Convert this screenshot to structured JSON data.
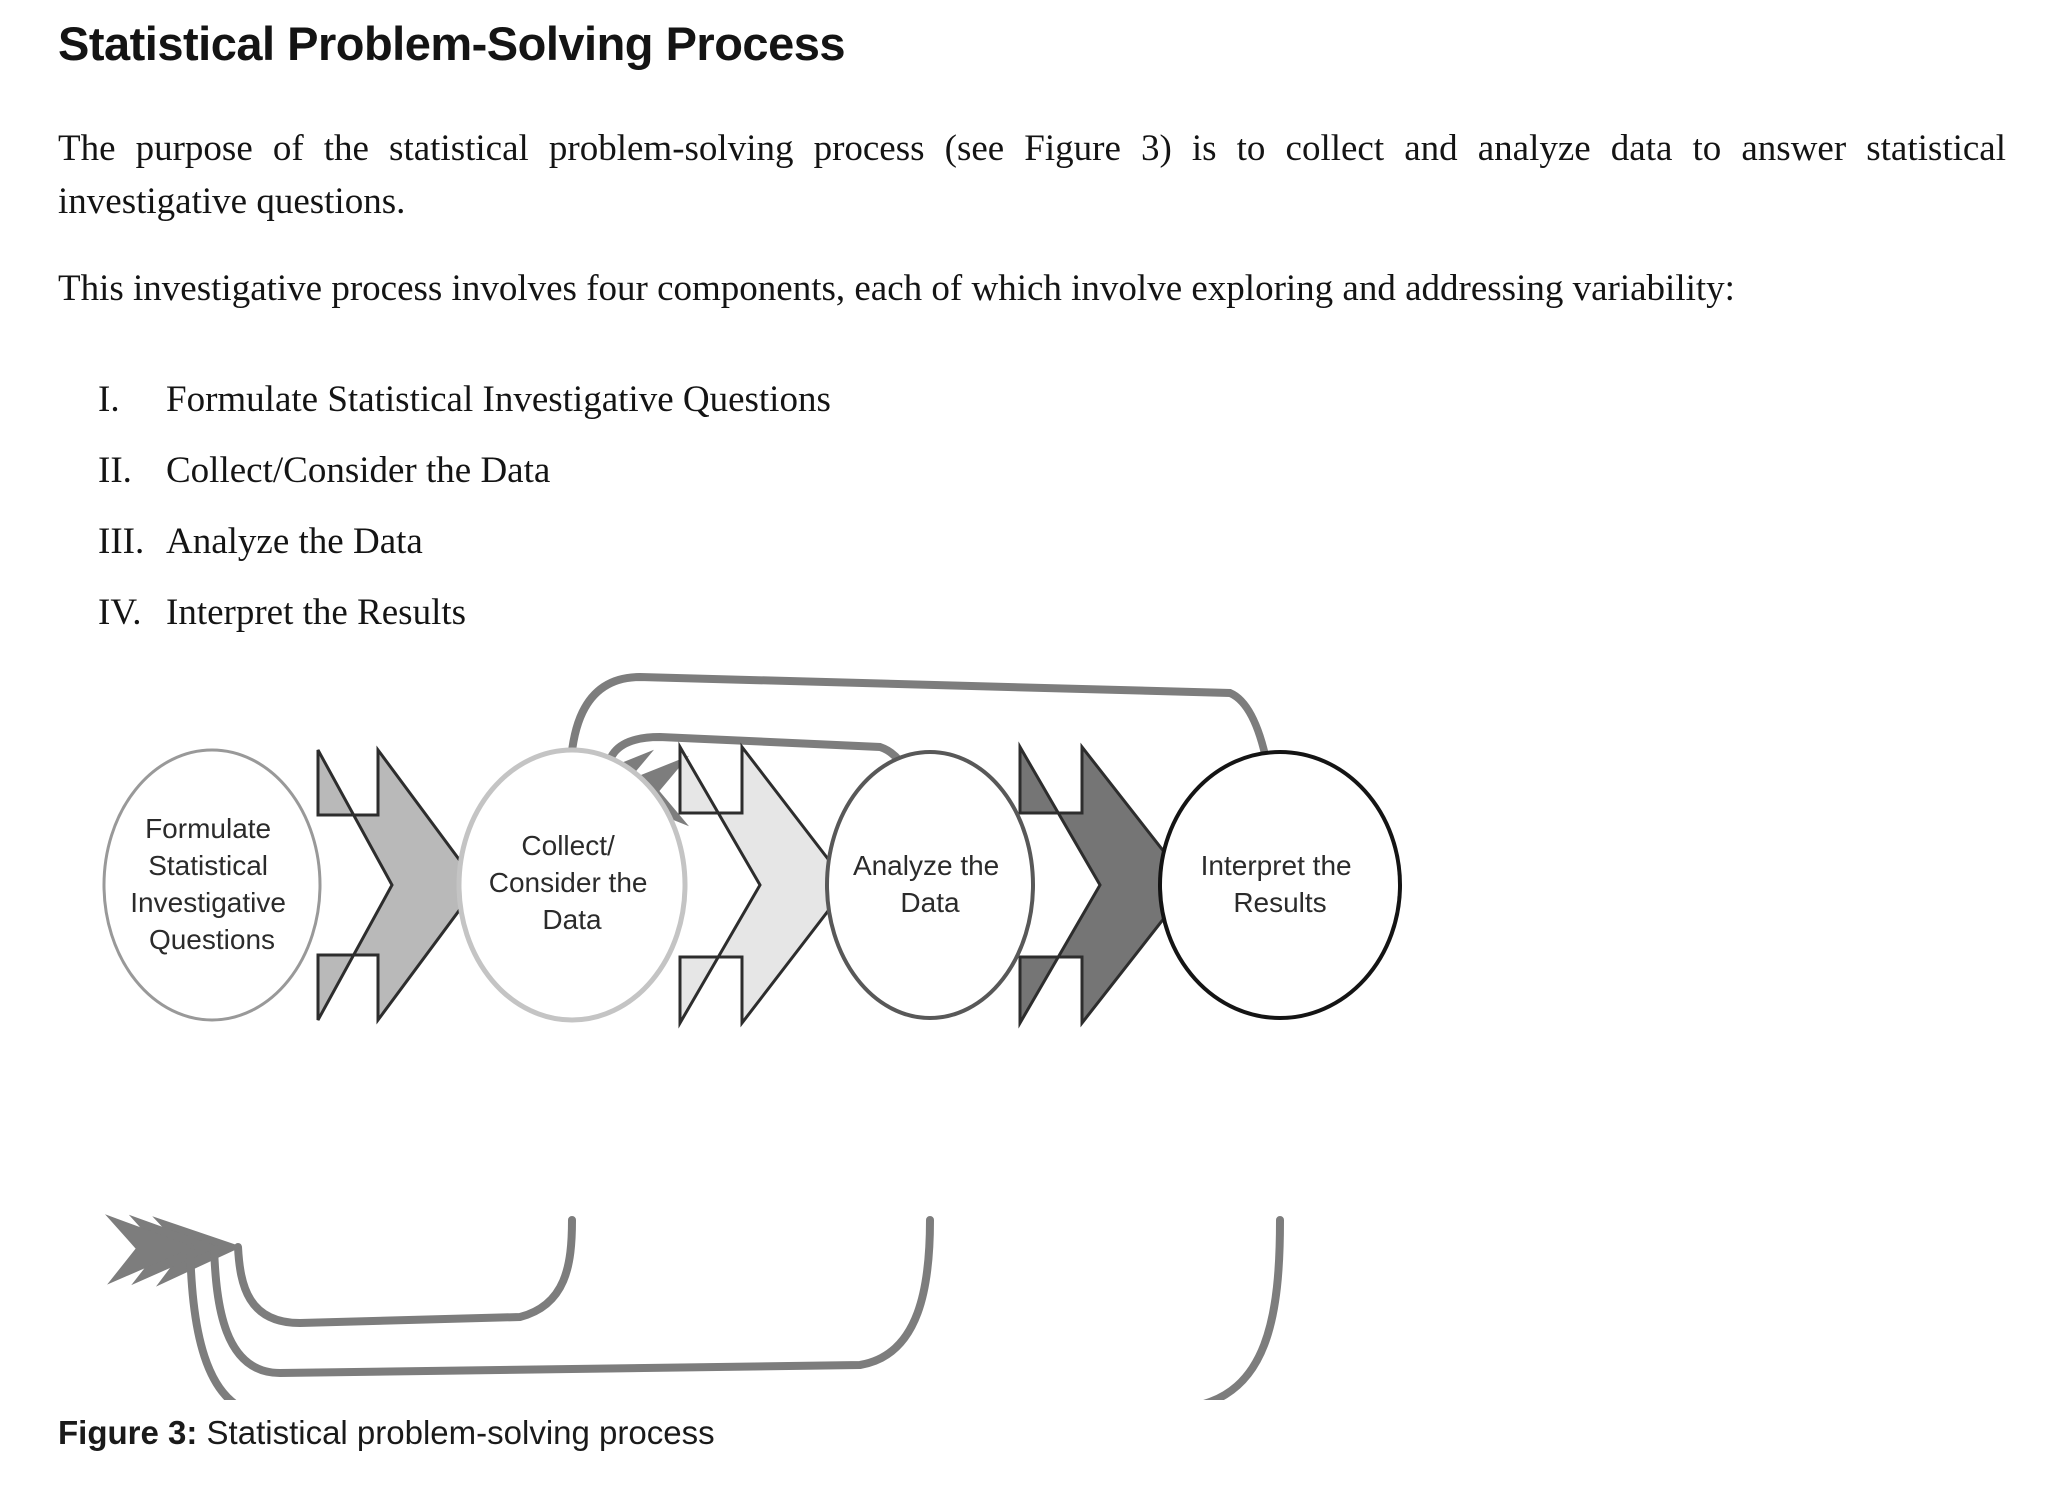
{
  "document": {
    "title": "Statistical Problem-Solving Process",
    "paragraphs": [
      "The purpose of the statistical problem-solving process (see Figure 3) is to collect and analyze data to answer statistical investigative questions.",
      "This investigative process involves four components, each of which involve exploring and addressing variability:"
    ],
    "list": [
      {
        "numeral": "I.",
        "text": "Formulate Statistical Investigative Questions"
      },
      {
        "numeral": "II.",
        "text": "Collect/Consider the Data"
      },
      {
        "numeral": "III.",
        "text": "Analyze the Data"
      },
      {
        "numeral": "IV.",
        "text": "Interpret the Results"
      }
    ],
    "caption": {
      "label": "Figure 3:",
      "text": "Statistical problem-solving process"
    }
  },
  "figure": {
    "nodes": [
      {
        "id": "formulate",
        "lines": [
          "Formulate",
          "Statistical",
          "Investigative",
          "Questions"
        ],
        "stroke": "#999999"
      },
      {
        "id": "collect",
        "lines": [
          "Collect/",
          "Consider the",
          "Data"
        ],
        "stroke": "#c4c4c4"
      },
      {
        "id": "analyze",
        "lines": [
          "Analyze the",
          "Data"
        ],
        "stroke": "#585858"
      },
      {
        "id": "interpret",
        "lines": [
          "Interpret the",
          "Results"
        ],
        "stroke": "#141414"
      }
    ],
    "arrows": [
      {
        "id": "formulate-to-collect",
        "fill": "#b9b9b9",
        "stroke": "#2d2d2d"
      },
      {
        "id": "collect-to-analyze",
        "fill": "#e6e6e6",
        "stroke": "#2d2d2d"
      },
      {
        "id": "analyze-to-interpret",
        "fill": "#757575",
        "stroke": "#2d2d2d"
      }
    ],
    "feedback": {
      "color": "#7d7d7d",
      "top_loops": [
        "analyze-to-collect",
        "interpret-to-collect"
      ],
      "bottom_loops": [
        "collect-to-formulate",
        "analyze-to-formulate",
        "interpret-to-formulate"
      ]
    }
  }
}
